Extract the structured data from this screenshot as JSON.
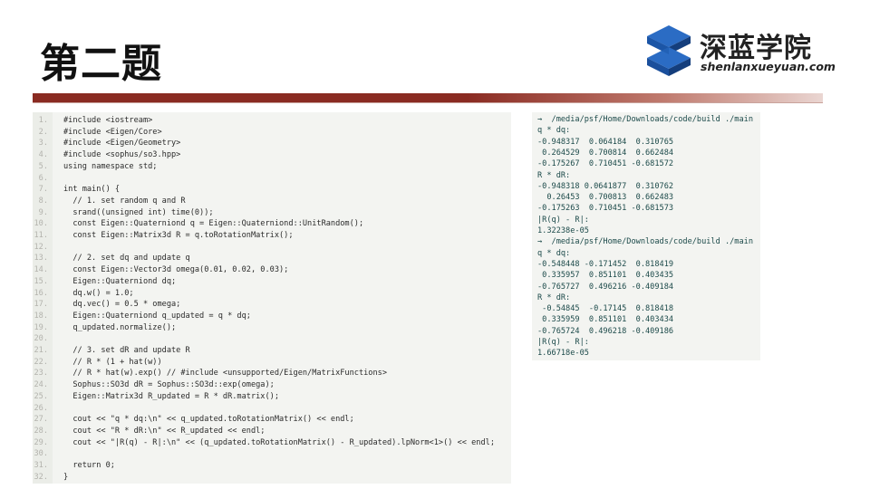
{
  "slide": {
    "title": "第二题",
    "logo": {
      "name": "深蓝学院",
      "url": "shenlanxueyuan.com",
      "icon": "shenlan-logo-icon"
    },
    "colors": {
      "divider": "#8a2b22",
      "logo_blue": "#1a4f9c",
      "panel_bg": "#f3f4f1"
    }
  },
  "code": {
    "lines": [
      "#include <iostream>",
      "#include <Eigen/Core>",
      "#include <Eigen/Geometry>",
      "#include <sophus/so3.hpp>",
      "using namespace std;",
      "",
      "int main() {",
      "  // 1. set random q and R",
      "  srand((unsigned int) time(0));",
      "  const Eigen::Quaterniond q = Eigen::Quaterniond::UnitRandom();",
      "  const Eigen::Matrix3d R = q.toRotationMatrix();",
      "",
      "  // 2. set dq and update q",
      "  const Eigen::Vector3d omega(0.01, 0.02, 0.03);",
      "  Eigen::Quaterniond dq;",
      "  dq.w() = 1.0;",
      "  dq.vec() = 0.5 * omega;",
      "  Eigen::Quaterniond q_updated = q * dq;",
      "  q_updated.normalize();",
      "",
      "  // 3. set dR and update R",
      "  // R * (1 + hat(w))",
      "  // R * hat(w).exp() // #include <unsupported/Eigen/MatrixFunctions>",
      "  Sophus::SO3d dR = Sophus::SO3d::exp(omega);",
      "  Eigen::Matrix3d R_updated = R * dR.matrix();",
      "",
      "  cout << \"q * dq:\\n\" << q_updated.toRotationMatrix() << endl;",
      "  cout << \"R * dR:\\n\" << R_updated << endl;",
      "  cout << \"|R(q) - R|:\\n\" << (q_updated.toRotationMatrix() - R_updated).lpNorm<1>() << endl;",
      "",
      "  return 0;",
      "}"
    ],
    "line_numbers": [
      "1.",
      "2.",
      "3.",
      "4.",
      "5.",
      "6.",
      "7.",
      "8.",
      "9.",
      "10.",
      "11.",
      "12.",
      "13.",
      "14.",
      "15.",
      "16.",
      "17.",
      "18.",
      "19.",
      "20.",
      "21.",
      "22.",
      "23.",
      "24.",
      "25.",
      "26.",
      "27.",
      "28.",
      "29.",
      "30.",
      "31.",
      "32."
    ]
  },
  "terminal": {
    "lines": [
      "→  /media/psf/Home/Downloads/code/build ./main",
      "q * dq:",
      "-0.948317  0.064184  0.310765",
      " 0.264529  0.700814  0.662484",
      "-0.175267  0.710451 -0.681572",
      "R * dR:",
      "-0.948318 0.0641877  0.310762",
      "  0.26453  0.700813  0.662483",
      "-0.175263  0.710451 -0.681573",
      "|R(q) - R|:",
      "1.32238e-05",
      "→  /media/psf/Home/Downloads/code/build ./main",
      "q * dq:",
      "-0.548448 -0.171452  0.818419",
      " 0.335957  0.851101  0.403435",
      "-0.765727  0.496216 -0.409184",
      "R * dR:",
      " -0.54845  -0.17145  0.818418",
      " 0.335959  0.851101  0.403434",
      "-0.765724  0.496218 -0.409186",
      "|R(q) - R|:",
      "1.66718e-05"
    ]
  }
}
